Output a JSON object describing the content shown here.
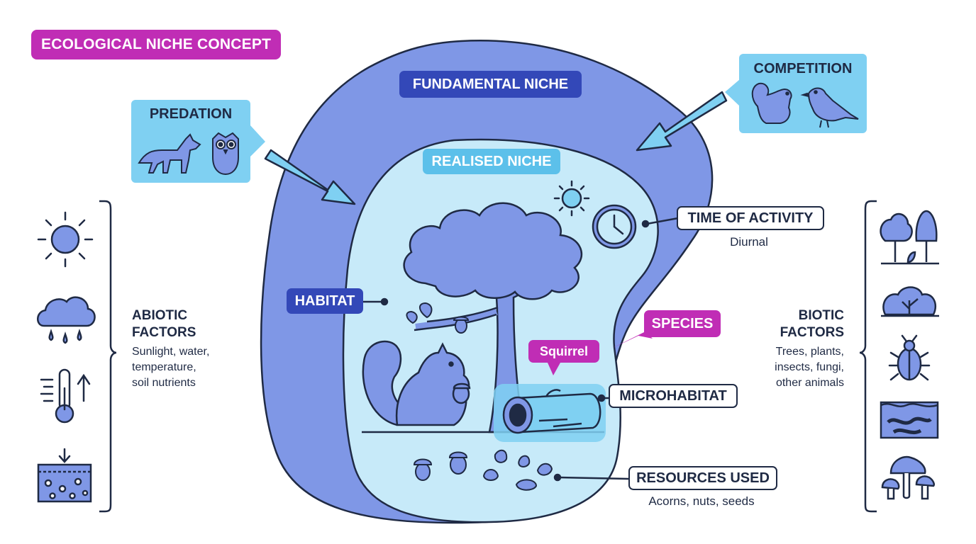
{
  "title": "ECOLOGICAL NICHE CONCEPT",
  "fundamental_niche": "FUNDAMENTAL NICHE",
  "realised_niche": "REALISED NICHE",
  "predation": {
    "label": "PREDATION"
  },
  "competition": {
    "label": "COMPETITION"
  },
  "habitat": "HABITAT",
  "species": {
    "label": "SPECIES",
    "name": "Squirrel"
  },
  "time_of_activity": {
    "label": "TIME OF ACTIVITY",
    "value": "Diurnal"
  },
  "microhabitat": "MICROHABITAT",
  "resources_used": {
    "label": "RESOURCES USED",
    "value": "Acorns, nuts, seeds"
  },
  "abiotic": {
    "title_line1": "ABIOTIC",
    "title_line2": "FACTORS",
    "lines": [
      "Sunlight, water,",
      "temperature,",
      "soil nutrients"
    ]
  },
  "biotic": {
    "title_line1": "BIOTIC",
    "title_line2": "FACTORS",
    "lines": [
      "Trees, plants,",
      "insects, fungi,",
      "other animals"
    ]
  },
  "colors": {
    "outer_blob": "#7f97e6",
    "inner_blob": "#c7eaf9",
    "dark_label": "#3348b8",
    "light_label": "#5cc0ea",
    "accent_magenta": "#c02db5",
    "ink": "#1f2a44"
  }
}
